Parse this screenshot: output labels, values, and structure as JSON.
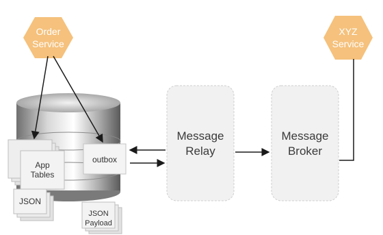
{
  "services": {
    "order": "Order\nService",
    "xyz": "XYZ\nService"
  },
  "database": {
    "app_tables": "App\nTables",
    "outbox": "outbox",
    "json": "JSON",
    "json_payload": "JSON\nPayload"
  },
  "components": {
    "relay": "Message\nRelay",
    "broker": "Message\nBroker"
  },
  "colors": {
    "hexagon": "#f5c17c",
    "box_fill": "#f1f1f1",
    "box_border": "#cfcfcf",
    "arrow": "#1a1a1a"
  }
}
